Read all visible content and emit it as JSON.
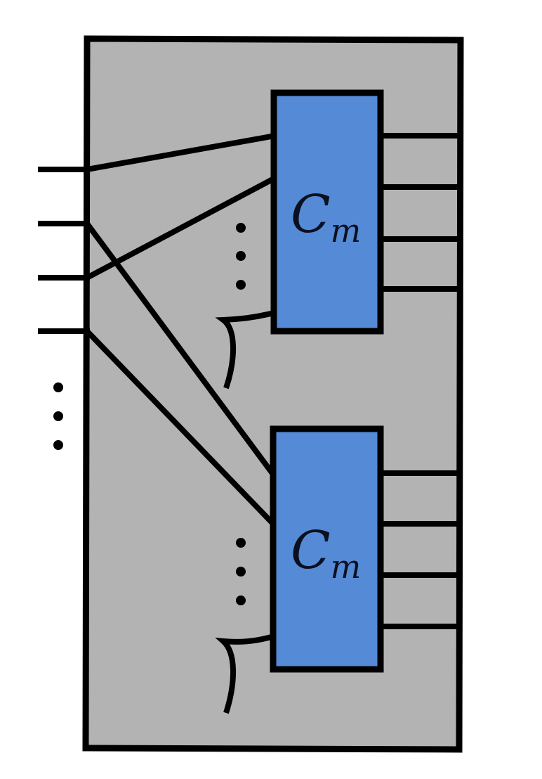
{
  "diagram": {
    "colors": {
      "background": "#ffffff",
      "container_fill": "#b3b3b3",
      "block_fill": "#548ad6",
      "line": "#000000"
    },
    "blocks": [
      {
        "label_main": "C",
        "label_sub": "m"
      },
      {
        "label_main": "C",
        "label_sub": "m"
      }
    ]
  }
}
